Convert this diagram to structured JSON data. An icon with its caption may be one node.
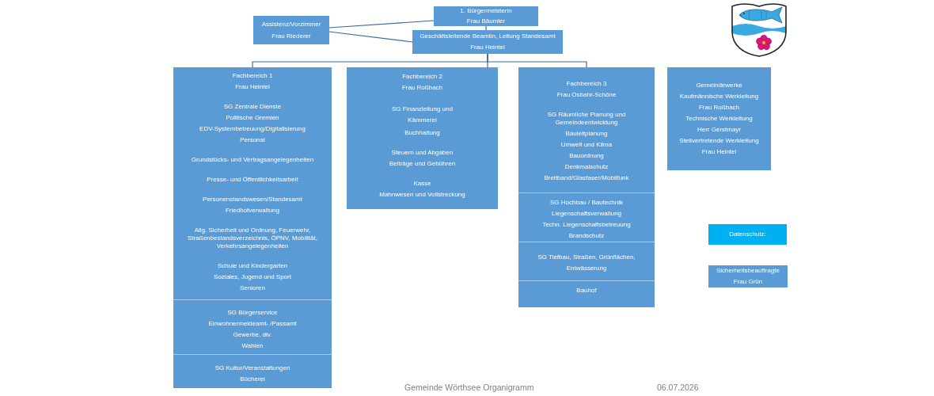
{
  "diagram": {
    "nodes": [
      {
        "text": [
          "1. Bürgermeisterin",
          "Frau Bäumler"
        ]
      },
      {
        "text": [
          "Assistenz/Vorzimmer",
          "Frau Riederer"
        ]
      },
      {
        "text": [
          "Geschäftsleitende Beamtin, Leitung Standesamt",
          "Frau Heintel"
        ]
      },
      {
        "text": [
          "Fachbereich 1",
          "Frau Heintel",
          "SG Zentrale Dienste",
          "Politische Gremien",
          "EDV-Systembetreuung/Digitalisierung",
          "Personal",
          "Grundstücks- und Vertragsangelegenheiten",
          "Presse- und Öffentlichkeitsarbeit",
          "Personenstandswesen/Standesamt",
          "Friedhofverwaltung",
          "Allg. Sicherheit und Ordnung, Feuerwehr, Straßenbestandsverzeichnis, ÖPNV, Mobilität, Verkehrsangelegenheiten",
          "Schule und Kindergarten",
          "Soziales, Jugend und Sport",
          "Senioren"
        ]
      },
      {
        "text": [
          "SG Bürgerservice",
          "Einwohnermeldeamt- /Passamt",
          "Gewerbe, div.",
          "Wahlen"
        ]
      },
      {
        "text": [
          "SG Kultur/Veranstaltungen",
          "Bücherei"
        ]
      },
      {
        "text": [
          "Fachbereich 2",
          "Frau Roßbach",
          "SG Finanzleitung und Kämmerei",
          "Buchhaltung",
          "Steuern und Abgaben",
          "Beiträge und Gebühren",
          "Kasse",
          "Mahnwesen und Vollstreckung"
        ]
      },
      {
        "text": [
          "Fachbereich 3",
          "Frau Osbahr-Schöne",
          "SG Räumliche Planung und Gemeindeentwicklung",
          "Bauleitplanung",
          "Umwelt und Klima",
          "Bauordnung",
          "Denkmalschutz",
          "Breitband/Glasfaser/Mobilfunk"
        ]
      },
      {
        "text": [
          "SG Hochbau / Bautechnik",
          "Liegenschaftsverwaltung",
          "Techn. Liegenschaftsbetreuung",
          "Brandschutz"
        ]
      },
      {
        "text": [
          "SG Tiefbau, Straßen, Grünflächen, Entwässerung"
        ]
      },
      {
        "text": [
          "Bauhof"
        ]
      },
      {
        "text": [
          "Gemeindewerke",
          "Kaufmännische Werkleitung",
          "Frau Roßbach",
          "Technische Werkleitung",
          "Herr Gerstmayr",
          "Stellvertretende Werkleitung",
          "Frau Heintel"
        ]
      },
      {
        "text": [
          "Datenschutz:"
        ]
      },
      {
        "text": [
          "Sicherheitsbeauftragte",
          "Frau Grün"
        ]
      }
    ],
    "edges": [
      {
        "from": 1,
        "to": 0,
        "arrow": "none"
      },
      {
        "from": 1,
        "to": 2,
        "arrow": "none"
      },
      {
        "from": 0,
        "to": 2,
        "arrow": "none"
      },
      {
        "from": 2,
        "to": 3,
        "arrow": "none"
      },
      {
        "from": 2,
        "to": 6,
        "arrow": "none"
      },
      {
        "from": 2,
        "to": 7,
        "arrow": "none"
      }
    ],
    "labels": [
      "Gemeinde Wörthsee Organigramm",
      "06.07.2026"
    ]
  }
}
